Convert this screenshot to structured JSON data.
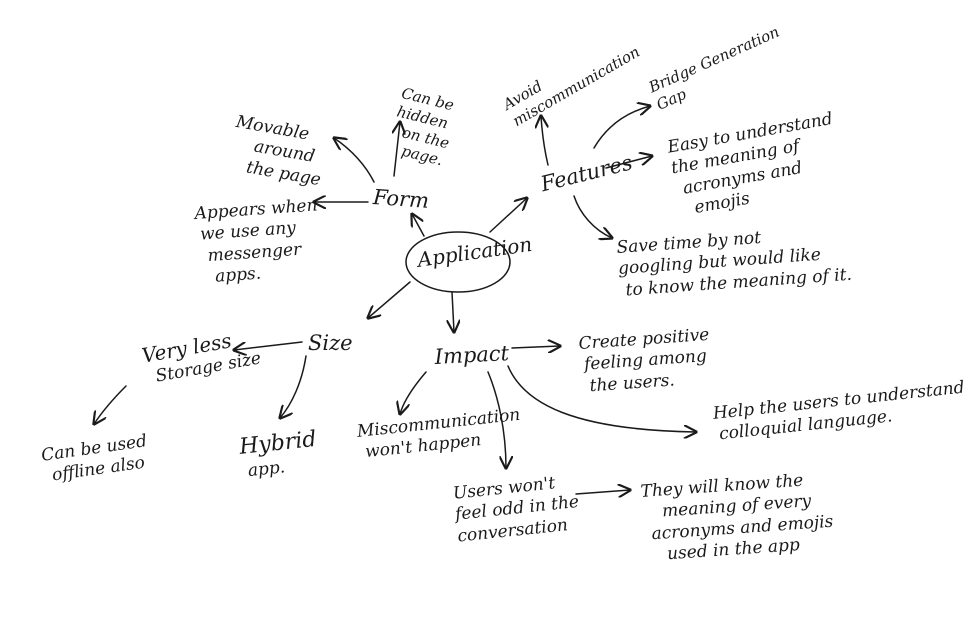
{
  "center": "Application",
  "branches": {
    "form": "Form",
    "features": "Features",
    "size": "Size",
    "impact": "Impact"
  },
  "form_items": {
    "movable": [
      "Movable",
      "around",
      "the page"
    ],
    "hidden": [
      "Can be",
      "hidden",
      "on the",
      "page."
    ],
    "appears": [
      "Appears when",
      "we use any",
      "messenger",
      "apps."
    ]
  },
  "features_items": {
    "avoid": [
      "Avoid",
      "miscommunication"
    ],
    "bridge": [
      "Bridge Generation",
      "Gap"
    ],
    "easy": [
      "Easy to understand",
      "the meaning of",
      "acronyms and",
      "emojis"
    ],
    "save": [
      "Save time by not",
      "googling but would like",
      "to know the meaning of it."
    ]
  },
  "size_items": {
    "storage": [
      "Very less",
      "Storage size"
    ],
    "offline": [
      "Can be used",
      "offline also"
    ],
    "hybrid": [
      "Hybrid",
      "app."
    ]
  },
  "impact_items": {
    "positive": [
      "Create positive",
      "feeling among",
      "the users."
    ],
    "colloquial": [
      "Help the users to understand",
      "colloquial language."
    ],
    "miscomm": [
      "Miscommunication",
      "won't happen"
    ],
    "odd": [
      "Users won't",
      "feel odd in the",
      "conversation"
    ],
    "know": [
      "They will know the",
      "meaning of every",
      "acronyms and emojis",
      "used in the app"
    ]
  }
}
